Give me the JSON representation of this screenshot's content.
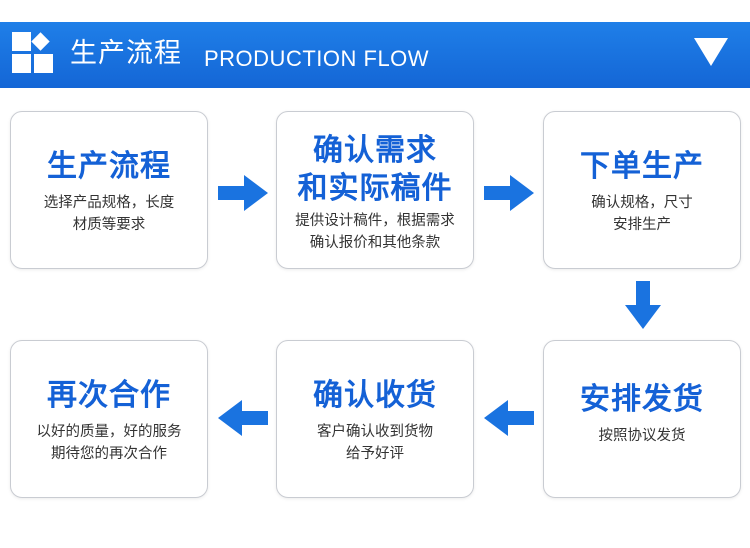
{
  "header": {
    "title_cn": "生产流程",
    "title_en": "PRODUCTION FLOW",
    "brand_color": "#1a73e0"
  },
  "steps": [
    {
      "title_lines": [
        "生产流程"
      ],
      "desc_lines": [
        "选择产品规格，长度",
        "材质等要求"
      ]
    },
    {
      "title_lines": [
        "确认需求",
        "和实际稿件"
      ],
      "desc_lines": [
        "提供设计稿件，根据需求",
        "确认报价和其他条款"
      ]
    },
    {
      "title_lines": [
        "下单生产"
      ],
      "desc_lines": [
        "确认规格，尺寸",
        "安排生产"
      ]
    },
    {
      "title_lines": [
        "安排发货"
      ],
      "desc_lines": [
        "按照协议发货"
      ]
    },
    {
      "title_lines": [
        "确认收货"
      ],
      "desc_lines": [
        "客户确认收到货物",
        "给予好评"
      ]
    },
    {
      "title_lines": [
        "再次合作"
      ],
      "desc_lines": [
        "以好的质量，好的服务",
        "期待您的再次合作"
      ]
    }
  ],
  "colors": {
    "title": "#1461d6",
    "arrow": "#1a73e0"
  }
}
